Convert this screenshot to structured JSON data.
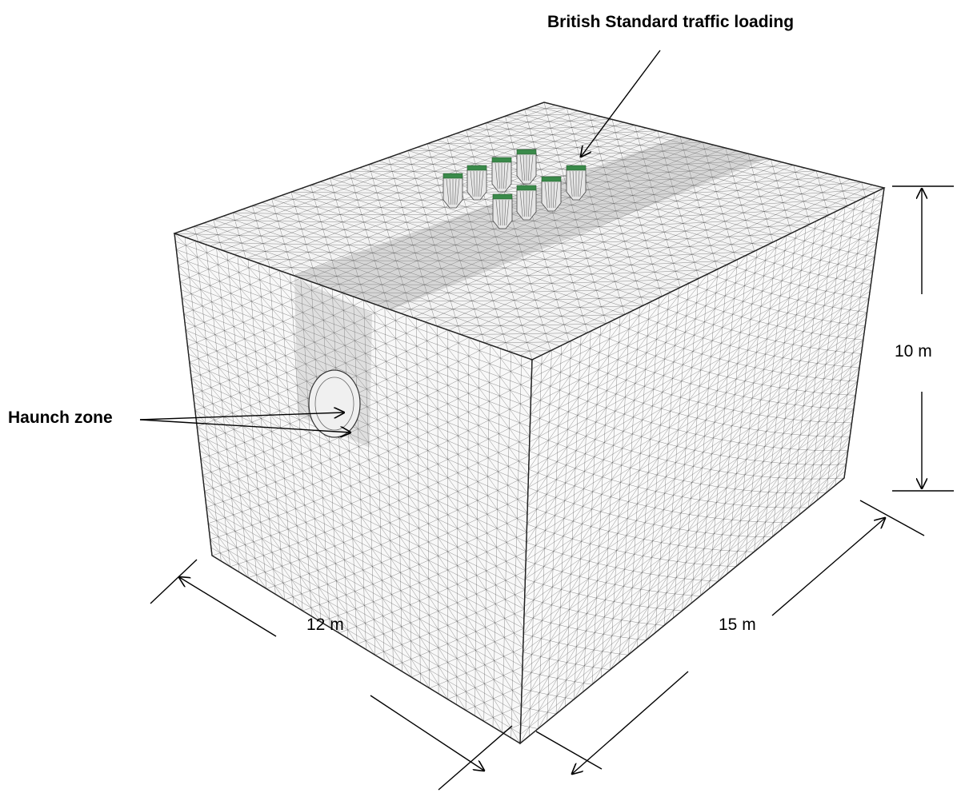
{
  "labels": {
    "traffic_loading": "British Standard traffic loading",
    "haunch_zone": "Haunch zone",
    "height": "10 m",
    "width": "12 m",
    "length": "15 m"
  },
  "colors": {
    "mesh_line": "#333333",
    "dense_mesh": "#777777",
    "arrow": "#000000",
    "wheel_green": "#3a8a4a"
  }
}
